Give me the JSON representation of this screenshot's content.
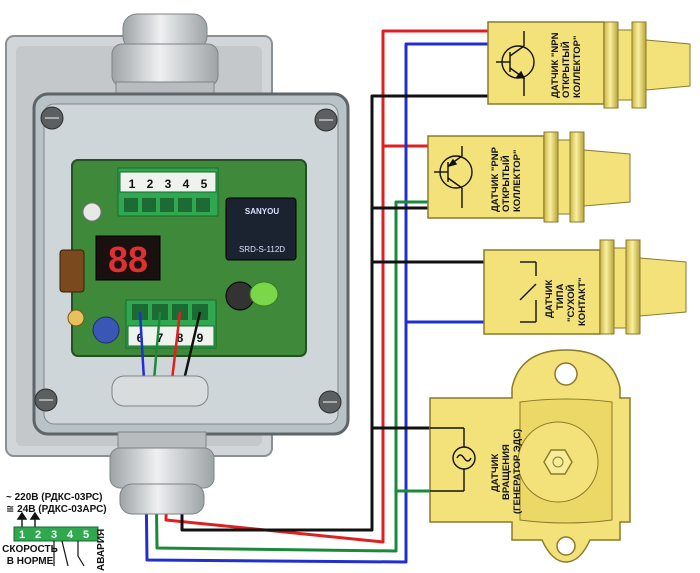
{
  "palette": {
    "sensor_fill": "#f3e27a",
    "sensor_stroke": "#8a7a2a",
    "wire_red": "#e02020",
    "wire_blue": "#2030d0",
    "wire_green": "#1a8a3a",
    "wire_black": "#111111",
    "pcb": "#3f8a3a",
    "terminal": "#2fa84f",
    "display_digits": "#e03030",
    "enclosure": "#b9c2c7",
    "gland": "#d9dcdd"
  },
  "device": {
    "top_terminal_numbers": [
      "1",
      "2",
      "3",
      "4",
      "5"
    ],
    "bottom_terminal_numbers": [
      "6",
      "7",
      "8",
      "9"
    ],
    "display": "88",
    "relay_brand": "SANYOU",
    "relay_model": "SRD-S-112D"
  },
  "legend": {
    "supply_ac": "~ 220В (РДКС-03РС)",
    "supply_dc": "≅ 24В (РДКС-03АРС)",
    "terminals": [
      "1",
      "2",
      "3",
      "4",
      "5"
    ],
    "speed_ok_line1": "СКОРОСТЬ",
    "speed_ok_line2": "В НОРМЕ",
    "alarm": "АВАРИЯ"
  },
  "sensors": [
    {
      "line1": "ДАТЧИК \"NPN",
      "line2": "ОТКРЫТЫЙ",
      "line3": "КОЛЛЕКТОР\""
    },
    {
      "line1": "ДАТЧИК \"PNP",
      "line2": "ОТКРЫТЫЙ",
      "line3": "КОЛЛЕКТОР\""
    },
    {
      "line1": "ДАТЧИК",
      "line2": "ТИПА",
      "line3": "\"СУХОЙ",
      "line4": "КОНТАКТ\""
    },
    {
      "line1": "ДАТЧИК",
      "line2": "ВРАЩЕНИЯ",
      "line3": "(ГЕНЕРАТОР ЭДС)"
    }
  ],
  "icons": {
    "npn": "npn-transistor-icon",
    "pnp": "pnp-transistor-icon",
    "dry_contact": "switch-contact-icon",
    "generator": "ac-generator-icon",
    "hex_nut": "hex-nut-icon"
  }
}
